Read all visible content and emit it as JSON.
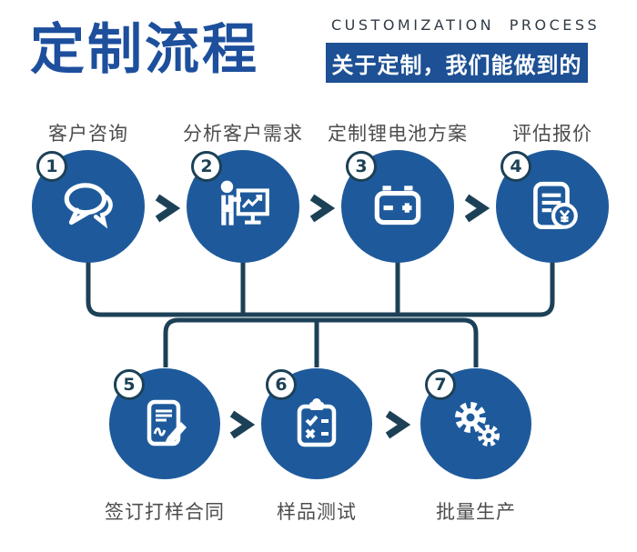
{
  "header": {
    "title": "定制流程",
    "subtitle": "CUSTOMIZATION  PROCESS",
    "banner": "关于定制，我们能做到的"
  },
  "steps": [
    {
      "number": "1",
      "label": "客户咨询",
      "icon": "chat-bubbles-icon"
    },
    {
      "number": "2",
      "label": "分析客户需求",
      "icon": "presentation-chart-icon"
    },
    {
      "number": "3",
      "label": "定制锂电池方案",
      "icon": "battery-icon"
    },
    {
      "number": "4",
      "label": "评估报价",
      "icon": "quote-document-yen-icon"
    },
    {
      "number": "5",
      "label": "签订打样合同",
      "icon": "contract-signing-icon"
    },
    {
      "number": "6",
      "label": "样品测试",
      "icon": "checklist-icon"
    },
    {
      "number": "7",
      "label": "批量生产",
      "icon": "gears-icon"
    }
  ],
  "colors": {
    "title_blue": "#1d4f9d",
    "banner_blue": "#1d5094",
    "circle_blue": "#1e5a9b",
    "connector_navy": "#1c4157",
    "label_gray": "#4d4d4d",
    "subtitle_dark": "#2f3a46",
    "icon_white": "#ffffff"
  }
}
